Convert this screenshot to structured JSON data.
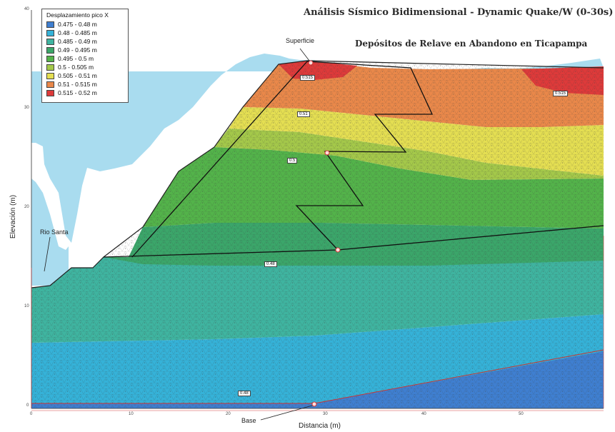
{
  "title": "Análisis Sísmico Bidimensional - Dynamic Quake/W (0-30s)",
  "subtitle": "Depósitos de Relave en Abandono en Ticapampa",
  "legend": {
    "title": "Desplazamiento pico X",
    "items": [
      {
        "label": "0.475 - 0.48 m",
        "color": "#3f7fd0"
      },
      {
        "label": "0.48 - 0.485 m",
        "color": "#35b2d8"
      },
      {
        "label": "0.485 - 0.49 m",
        "color": "#3fb4a0"
      },
      {
        "label": "0.49 - 0.495 m",
        "color": "#3ba66a"
      },
      {
        "label": "0.495 - 0.5 m",
        "color": "#53b34a"
      },
      {
        "label": "0.5 - 0.505 m",
        "color": "#a4c84a"
      },
      {
        "label": "0.505 - 0.51 m",
        "color": "#e4de52"
      },
      {
        "label": "0.51 - 0.515 m",
        "color": "#e9884a"
      },
      {
        "label": "0.515 - 0.52 m",
        "color": "#dd3a3a"
      }
    ]
  },
  "annotations": {
    "surface": "Superficie",
    "river": "Rio Santa",
    "base": "Base"
  },
  "axes": {
    "xlabel": "Distancia (m)",
    "ylabel": "Elevación (m)",
    "yticks": [
      "40",
      "30",
      "20",
      "10",
      "0"
    ],
    "xticks": [
      "0",
      "10",
      "20",
      "30",
      "40",
      "50"
    ]
  },
  "contour_labels": [
    "0.515",
    "0.51",
    "0.5",
    "0.48",
    "0.48",
    "0.515"
  ]
}
